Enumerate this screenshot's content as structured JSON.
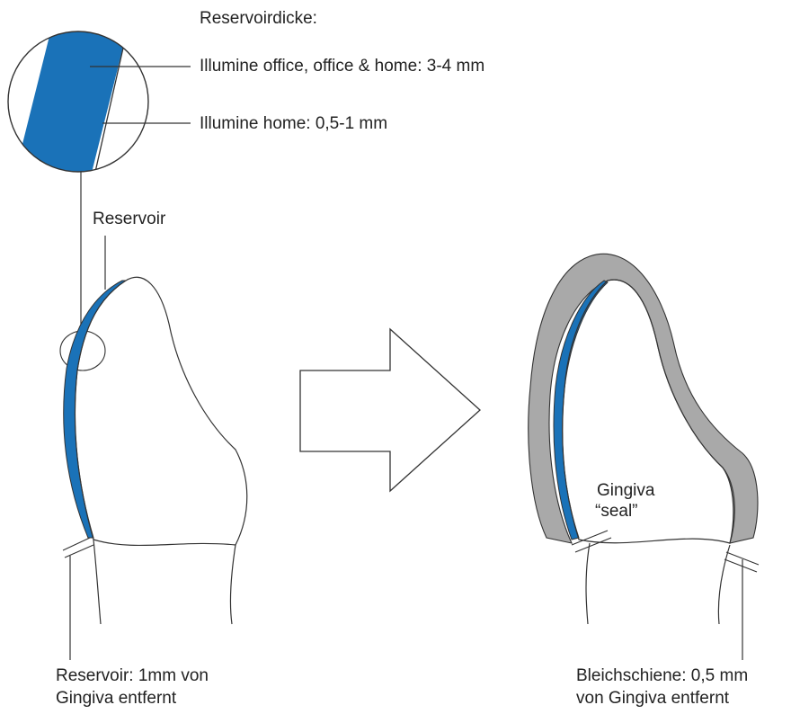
{
  "labels": {
    "thickness_title": "Reservoirdicke:",
    "office_thickness": "Illumine office, office & home: 3-4 mm",
    "home_thickness": "Illumine home: 0,5-1 mm",
    "reservoir": "Reservoir",
    "reservoir_distance_line1": "Reservoir: 1mm von",
    "reservoir_distance_line2": "Gingiva entfernt",
    "gingiva_seal_line1": "Gingiva",
    "gingiva_seal_line2": "“seal”",
    "tray_distance_line1": "Bleichschiene: 0,5 mm",
    "tray_distance_line2": "von Gingiva entfernt"
  },
  "colors": {
    "reservoir_blue": "#1a72b8",
    "tray_gray": "#a9a9a9",
    "outline": "#333333"
  },
  "icons": {
    "arrow": "right-arrow-outline"
  }
}
